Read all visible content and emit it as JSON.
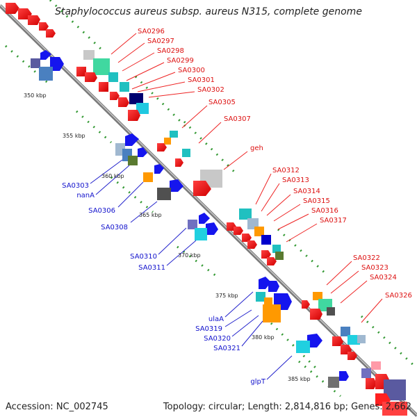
{
  "title": "Staphylococcus aureus subsp. aureus N315, complete genome",
  "footer": {
    "accession": "Accession: NC_002745",
    "summary": "Topology: circular; Length: 2,814,816 bp; Genes: 2,662"
  },
  "colors": {
    "forward_label": "#dd1111",
    "reverse_label": "#1111cc",
    "backbone": "#8c8c8c",
    "tick_dots": "#339933"
  },
  "kbp_ticks": [
    "350 kbp",
    "355 kbp",
    "360 kbp",
    "365 kbp",
    "370 kbp",
    "375 kbp",
    "380 kbp",
    "385 kbp"
  ],
  "forward_genes": [
    "SA0296",
    "SA0297",
    "SA0298",
    "SA0299",
    "SA0300",
    "SA0301",
    "SA0302",
    "SA0305",
    "SA0307",
    "geh",
    "SA0312",
    "SA0313",
    "SA0314",
    "SA0315",
    "SA0316",
    "SA0317",
    "SA0322",
    "SA0323",
    "SA0324",
    "SA0326"
  ],
  "reverse_genes": [
    "SA0303",
    "nanA",
    "SA0306",
    "SA0308",
    "SA0310",
    "SA0311",
    "ulaA",
    "SA0319",
    "SA0320",
    "SA0321",
    "glpT"
  ]
}
